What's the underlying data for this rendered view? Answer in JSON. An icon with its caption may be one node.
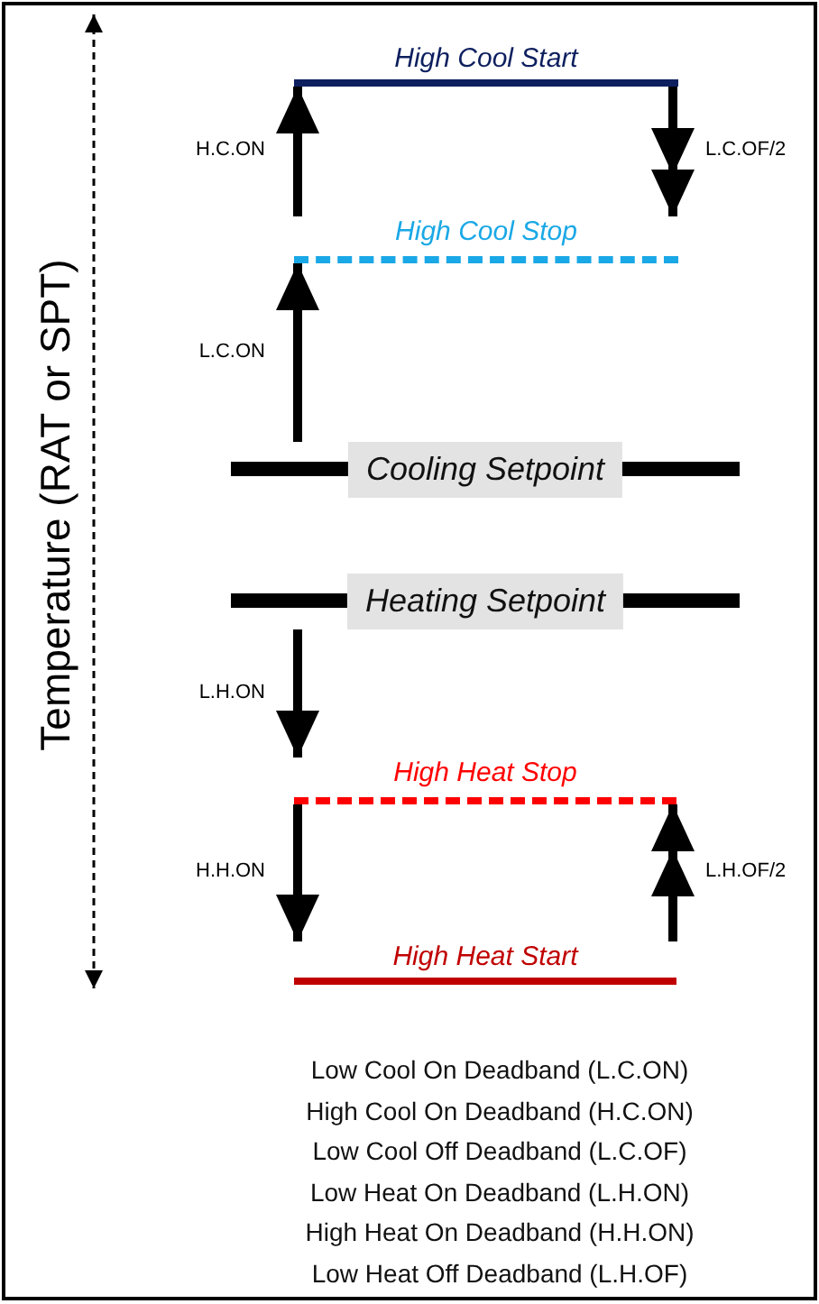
{
  "diagram": {
    "nodes": [
      {
        "text": [
          "High Cool Start"
        ]
      },
      {
        "text": [
          "High Cool Stop"
        ]
      },
      {
        "text": [
          "Cooling Setpoint"
        ]
      },
      {
        "text": [
          "Heating Setpoint"
        ]
      },
      {
        "text": [
          "High Heat Stop"
        ]
      },
      {
        "text": [
          "High Heat Start"
        ]
      }
    ],
    "edges": [
      {
        "from": 2,
        "to": 1,
        "arrow": "to",
        "label": "L.C.ON"
      },
      {
        "from": 1,
        "to": 0,
        "arrow": "to",
        "label": "H.C.ON"
      },
      {
        "from": 0,
        "to": 1,
        "arrow": "to",
        "label": "L.C.OF/2"
      },
      {
        "from": 3,
        "to": 4,
        "arrow": "to",
        "label": "L.H.ON"
      },
      {
        "from": 4,
        "to": 5,
        "arrow": "to",
        "label": "H.H.ON"
      },
      {
        "from": 5,
        "to": 4,
        "arrow": "to",
        "label": "L.H.OF/2"
      }
    ],
    "labels": [
      "Temperature (RAT or SPT)",
      "Low Cool On Deadband (L.C.ON)",
      "High Cool On Deadband (H.C.ON)",
      "Low Cool Off Deadband (L.C.OF)",
      "Low Heat On Deadband (L.H.ON)",
      "High Heat On Deadband (H.H.ON)",
      "Low Heat Off Deadband (L.H.OF)"
    ]
  }
}
